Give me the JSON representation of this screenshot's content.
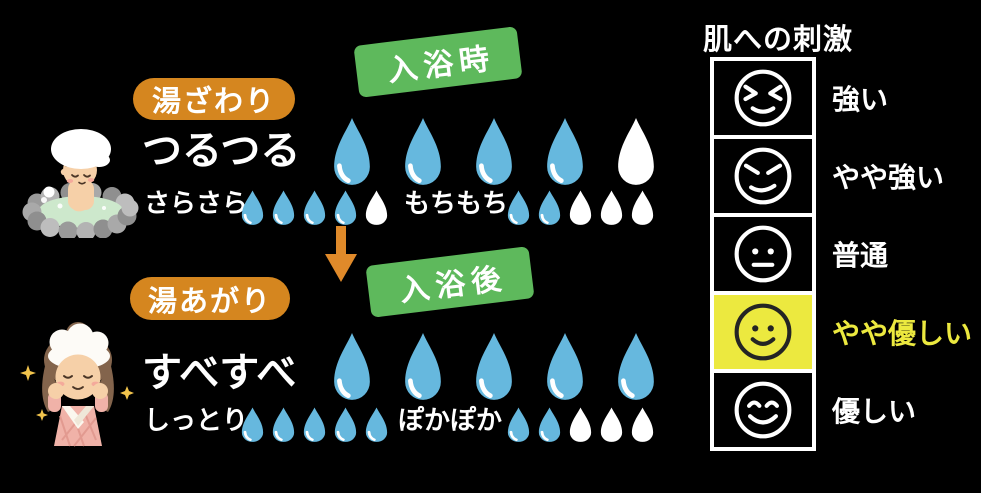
{
  "background": "#000000",
  "colors": {
    "badge_orange": "#d5861f",
    "badge_green": "#5eb95c",
    "arrow_orange": "#e08a2a",
    "droplet_filled": "#66b8de",
    "droplet_empty": "#ffffff",
    "legend_highlight": "#ece93f"
  },
  "sections": {
    "during": {
      "stage_badge": "湯ざわり",
      "time_badge": "入浴時",
      "texture": "つるつる",
      "rating": {
        "filled": 4,
        "total": 5
      },
      "sub": [
        {
          "label": "さらさら",
          "rating": {
            "filled": 4,
            "total": 5
          }
        },
        {
          "label": "もちもち",
          "rating": {
            "filled": 2,
            "total": 5
          }
        }
      ]
    },
    "after": {
      "stage_badge": "湯あがり",
      "time_badge": "入浴後",
      "texture": "すべすべ",
      "rating": {
        "filled": 5,
        "total": 5
      },
      "sub": [
        {
          "label": "しっとり",
          "rating": {
            "filled": 5,
            "total": 5
          }
        },
        {
          "label": "ぽかぽか",
          "rating": {
            "filled": 2,
            "total": 5
          }
        }
      ]
    }
  },
  "legend": {
    "title": "肌への刺激",
    "items": [
      {
        "label": "強い",
        "face": "strong",
        "highlighted": false
      },
      {
        "label": "やや強い",
        "face": "slightly-strong",
        "highlighted": false
      },
      {
        "label": "普通",
        "face": "neutral",
        "highlighted": false
      },
      {
        "label": "やや優しい",
        "face": "slightly-gentle",
        "highlighted": true
      },
      {
        "label": "優しい",
        "face": "gentle",
        "highlighted": false
      }
    ]
  }
}
